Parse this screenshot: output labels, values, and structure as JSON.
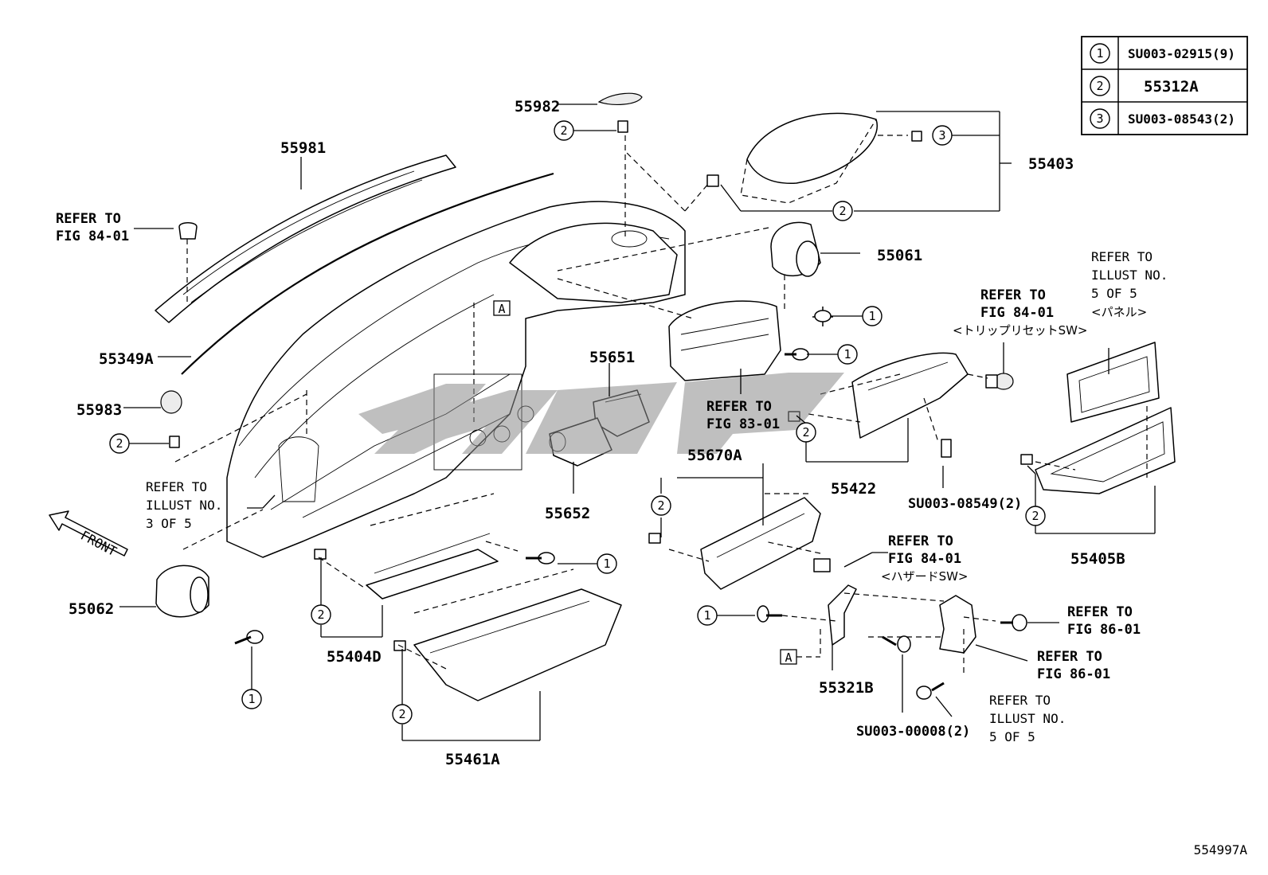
{
  "figure_id": "554997A",
  "legend": [
    {
      "num": "1",
      "code": "SU003-02915(9)"
    },
    {
      "num": "2",
      "code": "55312A"
    },
    {
      "num": "3",
      "code": "SU003-08543(2)"
    }
  ],
  "parts": {
    "p55982": "55982",
    "p55981": "55981",
    "p55403": "55403",
    "p55061": "55061",
    "p55349A": "55349A",
    "p55983": "55983",
    "p55651": "55651",
    "p55652": "55652",
    "p55670A": "55670A",
    "p55422": "55422",
    "p55405B": "55405B",
    "p55062": "55062",
    "p55404D": "55404D",
    "p55461A": "55461A",
    "p55321B": "55321B",
    "su08549": "SU003-08549(2)",
    "su00008": "SU003-00008(2)"
  },
  "refs": {
    "r_fig8401_a": [
      "REFER TO",
      "FIG 84-01"
    ],
    "r_fig8301": [
      "REFER TO",
      "FIG 83-01"
    ],
    "r_trip": [
      "REFER TO",
      "FIG 84-01",
      "<トリップリセットSW>"
    ],
    "r_illust5_panel": [
      "REFER TO",
      "ILLUST NO.",
      "5 OF 5",
      "<パネル>"
    ],
    "r_illust3": [
      "REFER TO",
      "ILLUST NO.",
      "3 OF 5"
    ],
    "r_hazard": [
      "REFER TO",
      "FIG 84-01",
      "<ハザードSW>"
    ],
    "r_fig8601_a": [
      "REFER TO",
      "FIG 86-01"
    ],
    "r_fig8601_b": [
      "REFER TO",
      "FIG 86-01"
    ],
    "r_illust5_b": [
      "REFER TO",
      "ILLUST NO.",
      "5 OF 5"
    ]
  },
  "markers": {
    "a": "A",
    "c1": "1",
    "c2": "2",
    "c3": "3"
  },
  "front_label": "FRONT",
  "watermark": "mz"
}
